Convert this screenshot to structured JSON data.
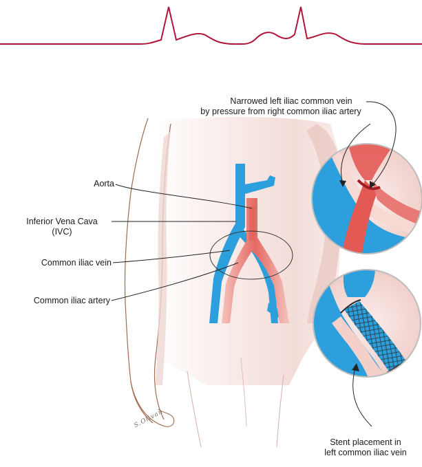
{
  "labels": {
    "aorta": "Aorta",
    "ivc_line1": "Inferior Vena Cava",
    "ivc_line2": "(IVC)",
    "common_iliac_vein": "Common iliac vein",
    "common_iliac_artery": "Common iliac artery",
    "narrowed_line1": "Narrowed left iliac common vein",
    "narrowed_line2": "by pressure from right common iliac artery",
    "stent_line1": "Stent placement in",
    "stent_line2": "left common iliac vein"
  },
  "artist_signature": "S.Olivan",
  "colors": {
    "header_waveform": "#b0163a",
    "vein": "#2d9fdc",
    "artery": "#e35a55",
    "skin": "#f3dcd8",
    "outline": "#a06a4e"
  }
}
